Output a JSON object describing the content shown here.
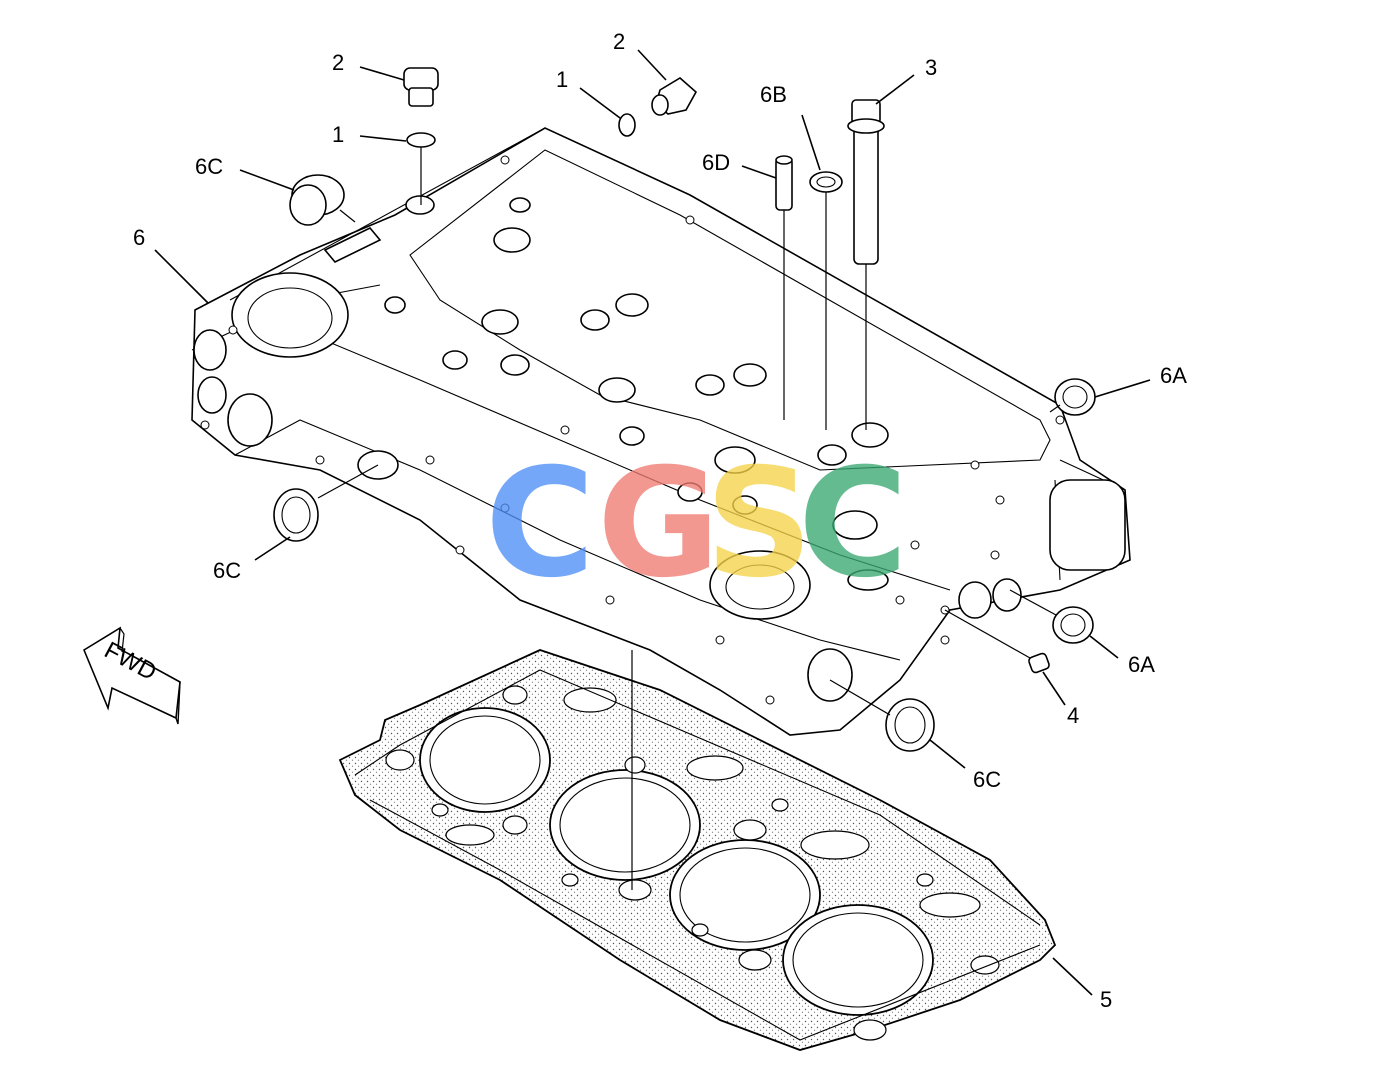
{
  "callouts": {
    "c1_top": "1",
    "c1_left": "1",
    "c2_left": "2",
    "c2_right": "2",
    "c3": "3",
    "c4": "4",
    "c5": "5",
    "c6": "6",
    "c6a_upper": "6A",
    "c6a_lower": "6A",
    "c6b": "6B",
    "c6c_top": "6C",
    "c6c_left": "6C",
    "c6c_bottom": "6C",
    "c6d": "6D"
  },
  "fwd_arrow_label": "FWD",
  "watermark": {
    "letters": [
      "C",
      "G",
      "S",
      "C"
    ],
    "colors": [
      "#4f8ff7",
      "#f07b73",
      "#f5d34a",
      "#3aa872"
    ]
  }
}
